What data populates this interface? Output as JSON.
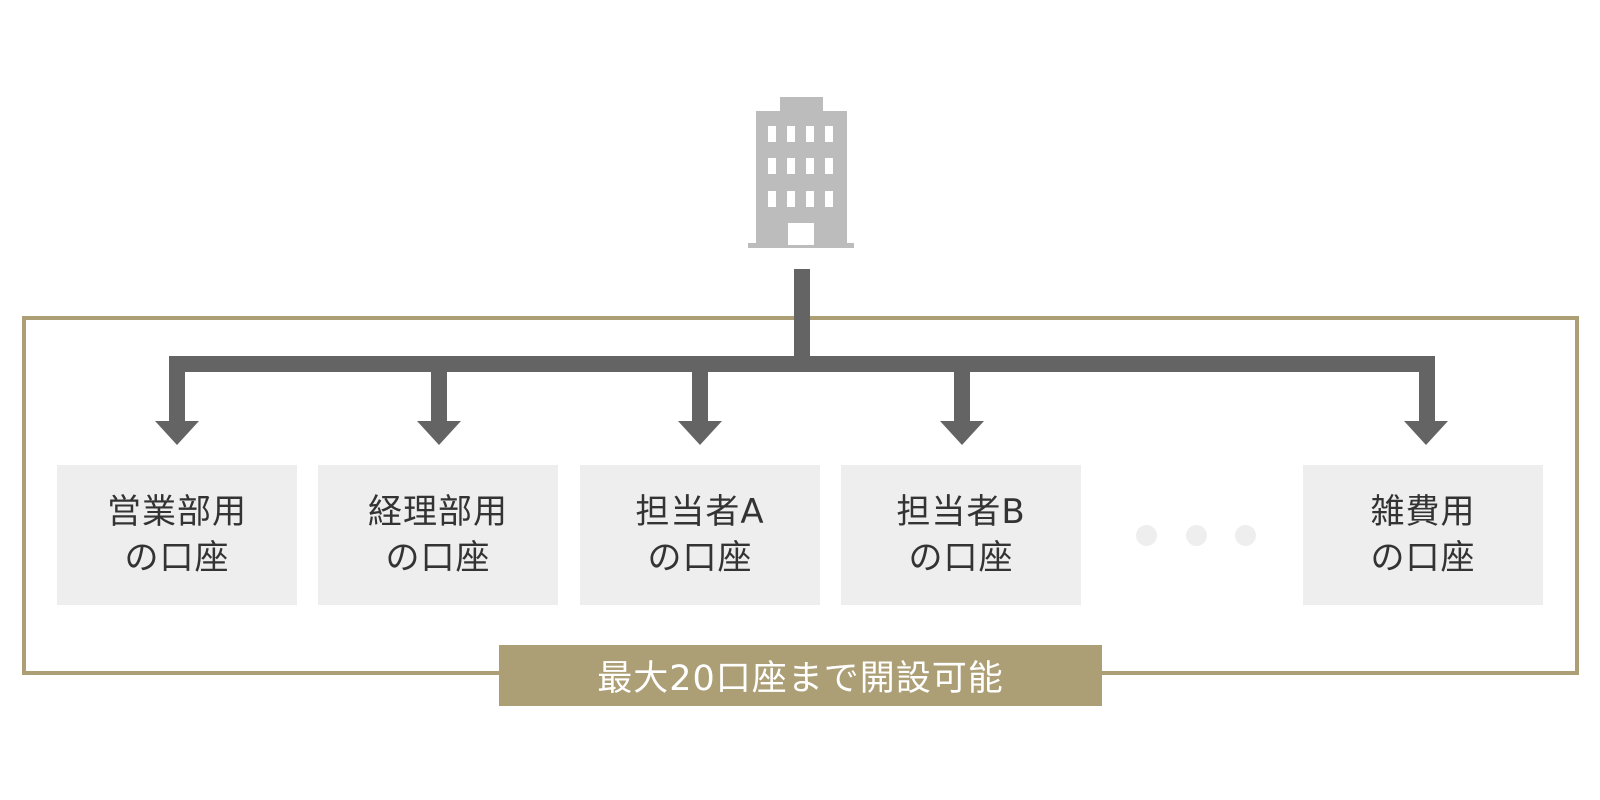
{
  "accounts": [
    {
      "line1": "営業部用",
      "line2": "の口座"
    },
    {
      "line1": "経理部用",
      "line2": "の口座"
    },
    {
      "line1": "担当者A",
      "line2": "の口座"
    },
    {
      "line1": "担当者B",
      "line2": "の口座"
    },
    {
      "line1": "雑費用",
      "line2": "の口座"
    }
  ],
  "limit_label": "最大20口座まで開設可能",
  "colors": {
    "frame_border": "#ac9f76",
    "banner_fill": "#ac9f76",
    "connector": "#646464",
    "building": "#bcbcbc",
    "box_fill": "#eeeeee",
    "text": "#333333"
  },
  "icons": {
    "company": "building-icon",
    "connectors": "arrow-down-icon",
    "more": "ellipsis-icon"
  }
}
